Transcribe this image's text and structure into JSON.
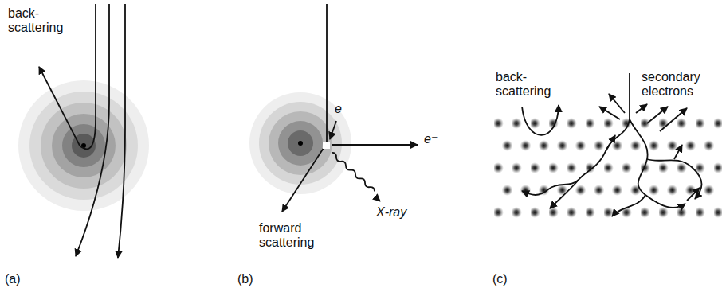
{
  "diagram": {
    "labels": [
      "back-scattering",
      "e⁻",
      "e⁻",
      "X-ray",
      "forward scattering",
      "back-scattering",
      "secondary electrons",
      "(a)",
      "(b)",
      "(c)"
    ]
  }
}
